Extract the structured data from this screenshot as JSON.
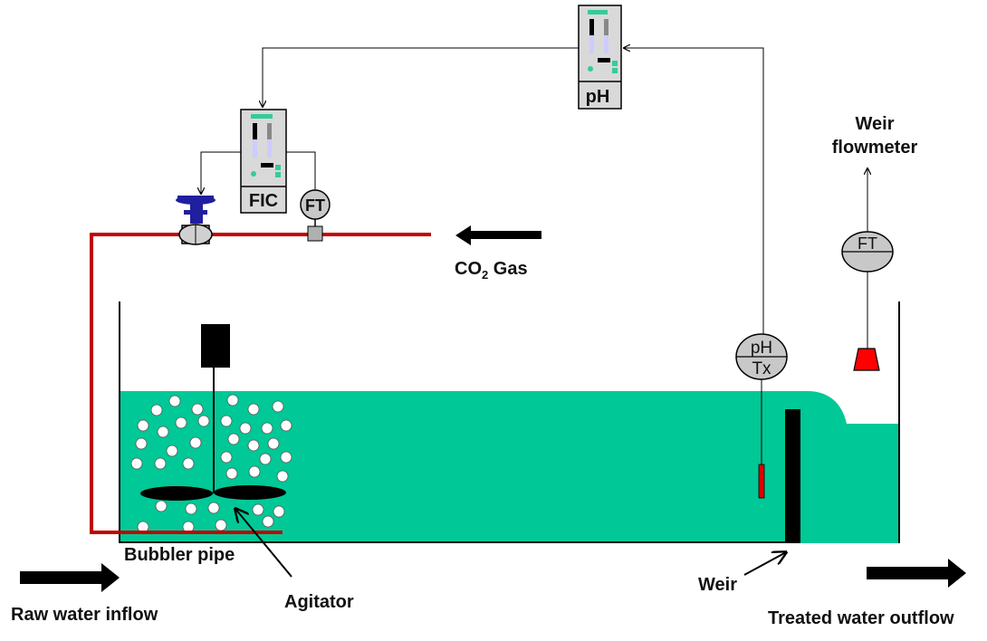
{
  "labels": {
    "ph_controller": "pH",
    "fic_controller": "FIC",
    "gas_ft": "FT",
    "co2_gas_prefix": "CO",
    "co2_gas_subscript": "2",
    "co2_gas_suffix": " Gas",
    "weir_flowmeter_line1": "Weir",
    "weir_flowmeter_line2": "flowmeter",
    "weir_ft": "FT",
    "ph_tx_line1": "pH",
    "ph_tx_line2": "Tx",
    "bubbler_pipe": "Bubbler pipe",
    "agitator": "Agitator",
    "weir": "Weir",
    "raw_water_inflow": "Raw water inflow",
    "treated_water_outflow": "Treated water outflow"
  },
  "colors": {
    "water": "#00c896",
    "gas_pipe": "#c00000",
    "controller_body": "#d9d9d9",
    "controller_green": "#33cc99",
    "valve_blue": "#1f1f9f",
    "transmitter_gray": "#c8c8c8",
    "level_sensor": "#ff0000"
  }
}
